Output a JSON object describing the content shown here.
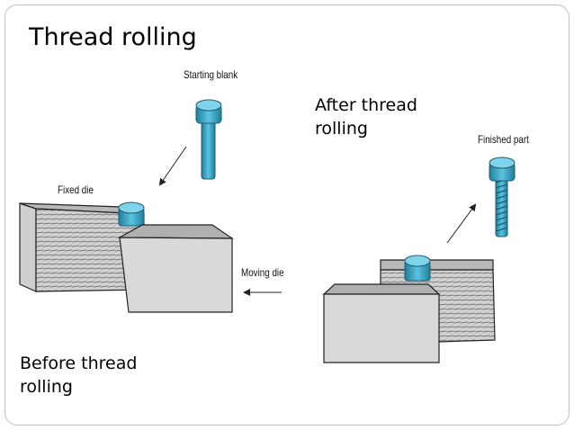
{
  "slide": {
    "title": "Thread rolling",
    "caption_after_line1": "After thread",
    "caption_after_line2": "rolling",
    "caption_before_line1": "Before thread",
    "caption_before_line2": "rolling"
  },
  "labels": {
    "starting_blank": "Starting blank",
    "fixed_die": "Fixed die",
    "moving_die": "Moving die",
    "finished_part": "Finished part"
  },
  "colors": {
    "blank": "#3aa6c4",
    "die_face": "#d9d9d9",
    "die_top": "#b0b0b0",
    "outline": "#222222"
  }
}
